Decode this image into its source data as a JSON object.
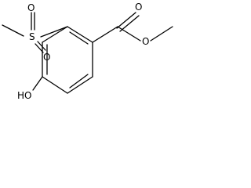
{
  "structure": {
    "atoms": {
      "sulfur": "S",
      "sulfonyl_oxygen_top": "O",
      "sulfonyl_oxygen_bottom": "O",
      "hydroxyl": "HO",
      "carbonyl_oxygen": "O",
      "ester_oxygen": "O"
    },
    "colors": {
      "ink": "#000000",
      "background": "#ffffff"
    }
  }
}
